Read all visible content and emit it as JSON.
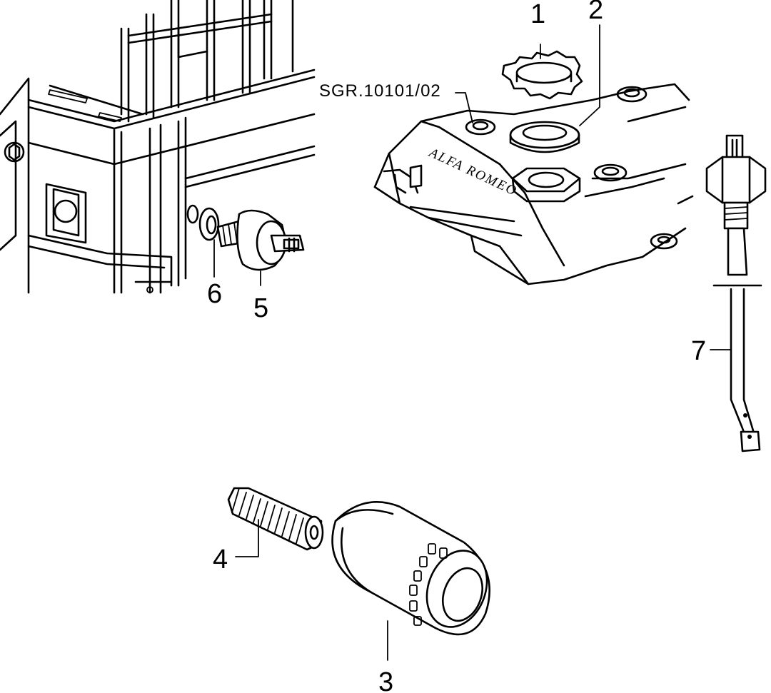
{
  "diagram": {
    "reference_code": "SGR.10101/02",
    "cover_lettering": "ALFA ROMEO",
    "callouts": [
      {
        "id": "1",
        "label": "1"
      },
      {
        "id": "2",
        "label": "2"
      },
      {
        "id": "3",
        "label": "3"
      },
      {
        "id": "4",
        "label": "4"
      },
      {
        "id": "5",
        "label": "5"
      },
      {
        "id": "6",
        "label": "6"
      },
      {
        "id": "7",
        "label": "7"
      }
    ],
    "colors": {
      "line": "#000000",
      "background": "#ffffff"
    }
  }
}
